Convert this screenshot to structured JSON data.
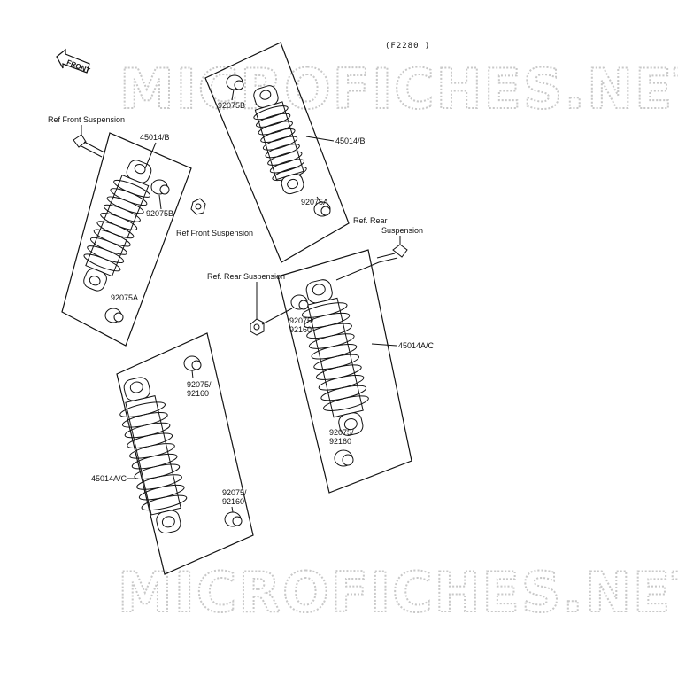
{
  "diagram_code": "(F2280 )",
  "front_indicator": "FRONT",
  "watermark": "MICROFICHES.NET",
  "labels": {
    "ref_front_suspension_top": "Ref Front Suspension",
    "ref_front_suspension_nut": "Ref Front Suspension",
    "front_shock_part": "45014/B",
    "front_bush_upper": "92075B",
    "front_bush_lower": "92075A",
    "top_shock_part": "45014/B",
    "top_bush_upper": "92075B",
    "top_bush_lower": "92075A",
    "ref_rear_suspension_bolt_line1": "Ref. Rear",
    "ref_rear_suspension_bolt_line2": "Suspension",
    "ref_rear_suspension_nut": "Ref. Rear Suspension",
    "rear_right_bush_upper_1": "92075/",
    "rear_right_bush_upper_2": "92160",
    "rear_right_part": "45014A/C",
    "rear_right_bush_lower_1": "92075/",
    "rear_right_bush_lower_2": "92160",
    "rear_left_bush_upper_1": "92075/",
    "rear_left_bush_upper_2": "92160",
    "rear_left_part": "45014A/C",
    "rear_left_bush_lower_1": "92075/",
    "rear_left_bush_lower_2": "92160"
  },
  "colors": {
    "line": "#111111",
    "watermark": "#c8c8c8",
    "background": "#ffffff"
  }
}
